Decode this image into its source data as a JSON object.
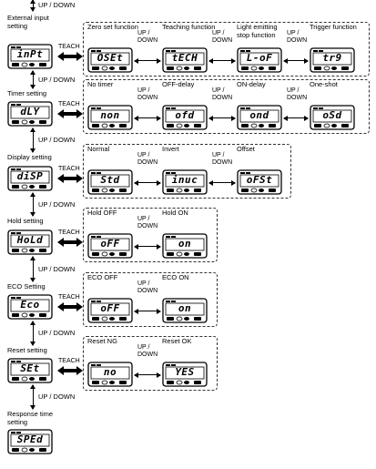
{
  "updown": "UP / DOWN",
  "teach": "TEACH",
  "rows": [
    {
      "label": "External input\nsetting",
      "main": "inPt",
      "options": [
        {
          "label": "Zero set function",
          "lcd": "OSEt"
        },
        {
          "label": "Teaching function",
          "lcd": "tECH"
        },
        {
          "label": "Light emitting\nstop function",
          "lcd": "L-oF"
        },
        {
          "label": "Trigger function",
          "lcd": "tr9"
        }
      ]
    },
    {
      "label": "Timer setting",
      "main": "dLY",
      "options": [
        {
          "label": "No timer",
          "lcd": "non"
        },
        {
          "label": "OFF-delay",
          "lcd": "ofd"
        },
        {
          "label": "ON-delay",
          "lcd": "ond"
        },
        {
          "label": "One-shot",
          "lcd": "oSd"
        }
      ]
    },
    {
      "label": "Display setting",
      "main": "diSP",
      "options": [
        {
          "label": "Normal",
          "lcd": "Std"
        },
        {
          "label": "Invert",
          "lcd": "inuc"
        },
        {
          "label": "Offset",
          "lcd": "oFSt"
        }
      ]
    },
    {
      "label": "Hold setting",
      "main": "HoLd",
      "options": [
        {
          "label": "Hold OFF",
          "lcd": "oFF"
        },
        {
          "label": "Hold ON",
          "lcd": "on"
        }
      ]
    },
    {
      "label": "ECO Setting",
      "main": "Eco",
      "options": [
        {
          "label": "ECO OFF",
          "lcd": "oFF"
        },
        {
          "label": "ECO ON",
          "lcd": "on"
        }
      ]
    },
    {
      "label": "Reset setting",
      "main": "SEt",
      "options": [
        {
          "label": "Reset NG",
          "lcd": "no"
        },
        {
          "label": "Reset OK",
          "lcd": "YES"
        }
      ]
    },
    {
      "label": "Response time\nsetting",
      "main": "SPEd",
      "options": []
    }
  ]
}
